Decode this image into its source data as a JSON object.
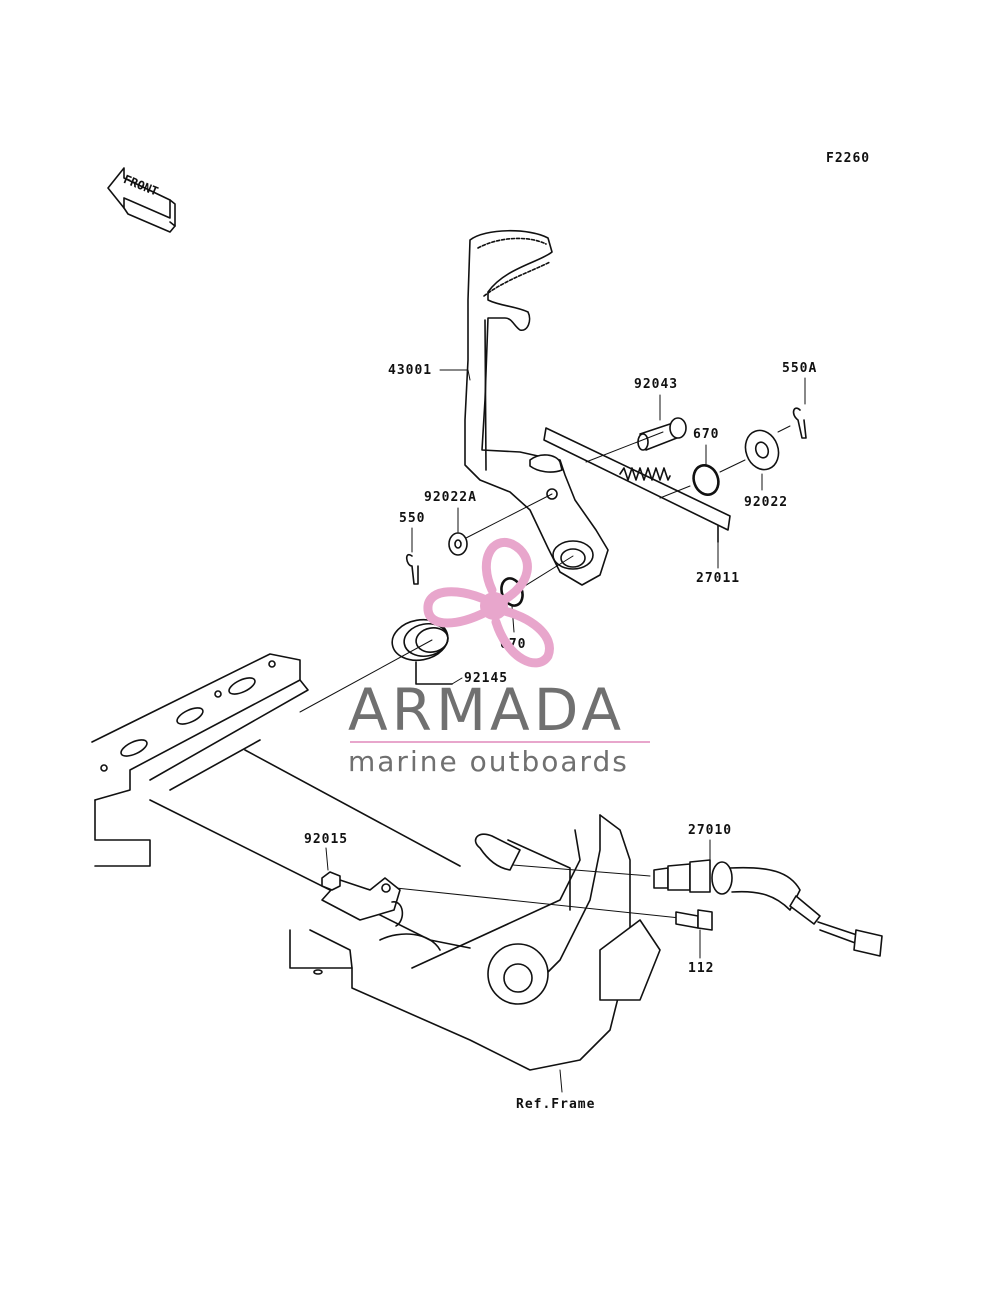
{
  "diagram": {
    "code": "F2260",
    "front_label": "FRONT",
    "parts": {
      "pedal": "43001",
      "pin": "92043",
      "cotter_pin_a": "550A",
      "oring_upper": "670",
      "washer": "92022",
      "washer_a": "92022A",
      "cotter_pin": "550",
      "spring_rod": "27011",
      "oring_lower": "670",
      "torsion_spring": "92145",
      "switch": "27010",
      "nut": "92015",
      "bolt": "112",
      "frame": "Ref.Frame"
    }
  },
  "watermark": {
    "title": "ARMADA",
    "subtitle": "marine outboards",
    "title_color": "#707070",
    "accent_color": "#e8a6cc"
  }
}
